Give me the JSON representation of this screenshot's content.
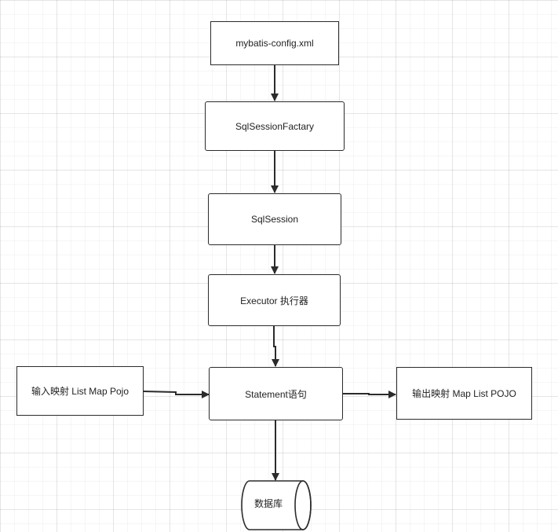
{
  "diagram": {
    "nodes": {
      "config": "mybatis-config.xml",
      "factory": "SqlSessionFactary",
      "session": "SqlSession",
      "executor": "Executor 执行器",
      "statement": "Statement语句",
      "input": "输入映射 List Map Pojo",
      "output": "输出映射 Map List POJO",
      "database": "数据库"
    },
    "edges": [
      {
        "from": "config",
        "to": "factory"
      },
      {
        "from": "factory",
        "to": "session"
      },
      {
        "from": "session",
        "to": "executor"
      },
      {
        "from": "executor",
        "to": "statement"
      },
      {
        "from": "input",
        "to": "statement"
      },
      {
        "from": "statement",
        "to": "output"
      },
      {
        "from": "statement",
        "to": "database"
      }
    ],
    "colors": {
      "stroke": "#2b2b2b",
      "text": "#222222",
      "background": "#ffffff",
      "grid": "#e6e6e6"
    }
  }
}
